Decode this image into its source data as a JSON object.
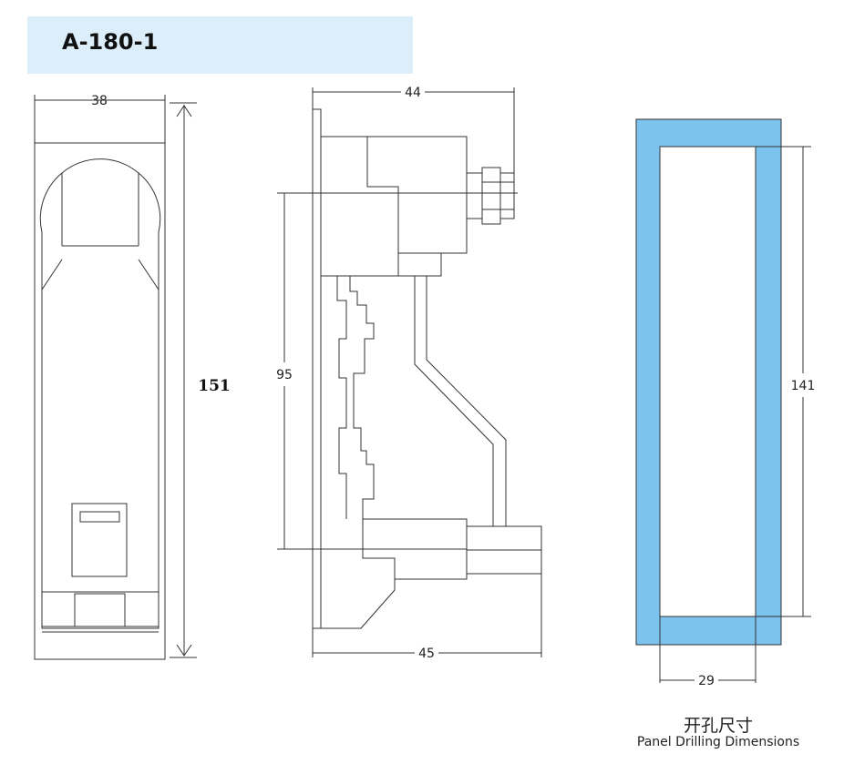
{
  "title": "A-180-1",
  "front_view": {
    "width_dim": "38",
    "height_dim": "151"
  },
  "side_view": {
    "depth_top_dim": "44",
    "depth_bottom_dim": "45",
    "mount_height_dim": "95"
  },
  "panel_cutout": {
    "height_dim": "141",
    "width_dim": "29",
    "caption_cn": "开孔尺寸",
    "caption_en": "Panel Drilling Dimensions",
    "fill_color": "#7cc3ee"
  }
}
